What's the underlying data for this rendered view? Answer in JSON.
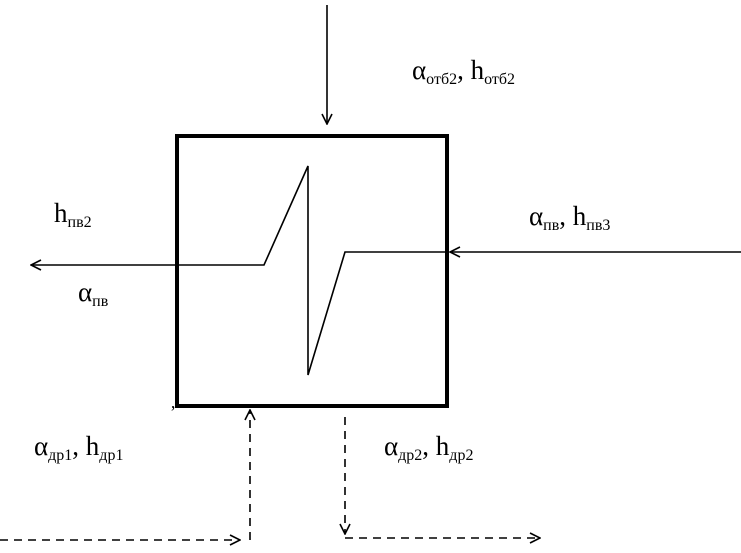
{
  "diagram": {
    "top_label": {
      "main1": "α",
      "sub1": "отб2",
      "sep": ", ",
      "main2": "h",
      "sub2": "отб2"
    },
    "left_top_label": {
      "main1": "h",
      "sub1": "пв2"
    },
    "left_bottom_label": {
      "main1": "α",
      "sub1": "пв"
    },
    "right_label": {
      "main1": "α",
      "sub1": "пв",
      "sep": ", ",
      "main2": "h",
      "sub2": "пв3"
    },
    "bottom_left_label": {
      "main1": "α",
      "sub1": "др1",
      "sep": ", ",
      "main2": "h",
      "sub2": "др1"
    },
    "bottom_right_label": {
      "main1": "α",
      "sub1": "др2",
      "sep": ", ",
      "main2": "h",
      "sub2": "др2"
    },
    "stray_mark": "’"
  }
}
